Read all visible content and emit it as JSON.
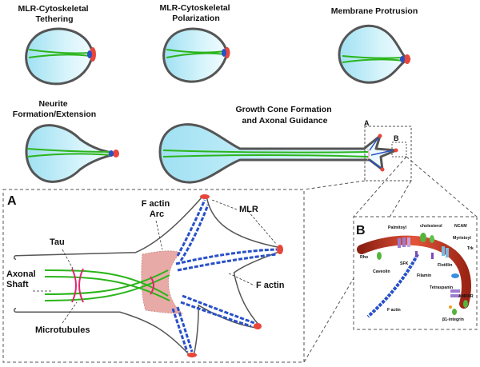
{
  "stages": {
    "tethering": [
      "MLR-Cytoskeletal",
      "Tethering"
    ],
    "polarization": [
      "MLR-Cytoskeletal",
      "Polarization"
    ],
    "protrusion": [
      "Membrane Protrusion"
    ],
    "neurite": [
      "Neurite",
      "Formation/Extension"
    ],
    "growth_cone": [
      "Growth Cone Formation",
      "and Axonal Guidance"
    ]
  },
  "callout_letters": {
    "a": "A",
    "b": "B"
  },
  "panel_a": {
    "letter": "A",
    "labels": {
      "factin_arc": [
        "F actin",
        "Arc"
      ],
      "mlr": "MLR",
      "tau": "Tau",
      "axonal_shaft": [
        "Axonal",
        "Shaft"
      ],
      "factin": "F actin",
      "microtubules": "Microtubules"
    }
  },
  "panel_b": {
    "letter": "B",
    "labels": {
      "palmitoyl": "Palmitoyl",
      "cholesterol": "cholesterol",
      "ncam": "NCAM",
      "myristoyl": "Myristoyl",
      "trk": "Trk",
      "rho": "Rho",
      "sfk": "SFK",
      "flotillin": "Flotillin",
      "caveolin": "Caveolin",
      "filamin": "Filamin",
      "tetraspanin": "Tetraspanin",
      "ampar": "AMPAR",
      "factin": "F actin",
      "integrin": "β1-integrin"
    }
  },
  "colors": {
    "cytoplasm": "#c6eef8",
    "membrane": "#555555",
    "microtubule": "#2bb51b",
    "mlr_red": "#e8453b",
    "actin_blue": "#2850c8",
    "arc_pink": "#e8aaa6",
    "tau_pink": "#e0286e"
  }
}
